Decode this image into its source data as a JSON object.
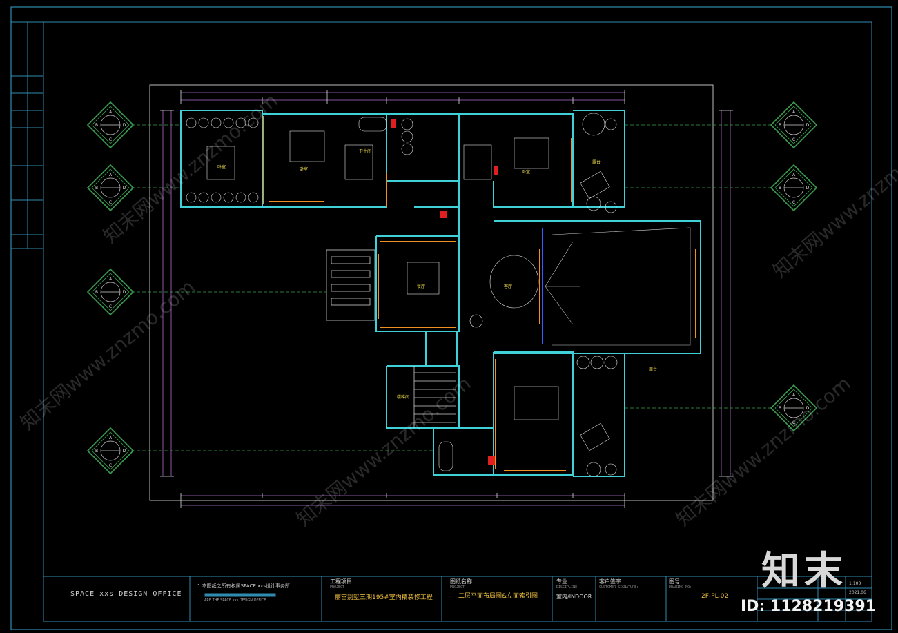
{
  "title_block": {
    "office": "SPACE xxs DESIGN OFFICE",
    "note": "1.本图纸之所有权属SPACE xxs设计事务所",
    "note_sub": "ARE THE SPACE xxs DESIGN OFFICE",
    "project_label": "工程项目:",
    "project_sub": "PROJECT",
    "project_value": "丽宫别墅三期195#室内精装修工程",
    "drawing_label": "图纸名称:",
    "drawing_sub": "PROJECT",
    "drawing_value": "二层平面布局图&立面索引图",
    "discipline_label": "专业:",
    "discipline_sub": "DISCIPLINE",
    "discipline_value": "室内/INDOOR",
    "signature_label": "客户签字:",
    "signature_sub": "CUSTOMER SIGNATURE:",
    "drawing_no_label": "图号:",
    "drawing_no_sub": "DRAWING NO:",
    "drawing_no_value": "2F-PL-02",
    "scale": "1:100",
    "date": "2021.06"
  },
  "watermark": {
    "brand": "知末",
    "id": "ID: 1128219391",
    "site": "知末网www.znzmo.com"
  },
  "index_tags": [
    "A",
    "B",
    "C",
    "D"
  ]
}
